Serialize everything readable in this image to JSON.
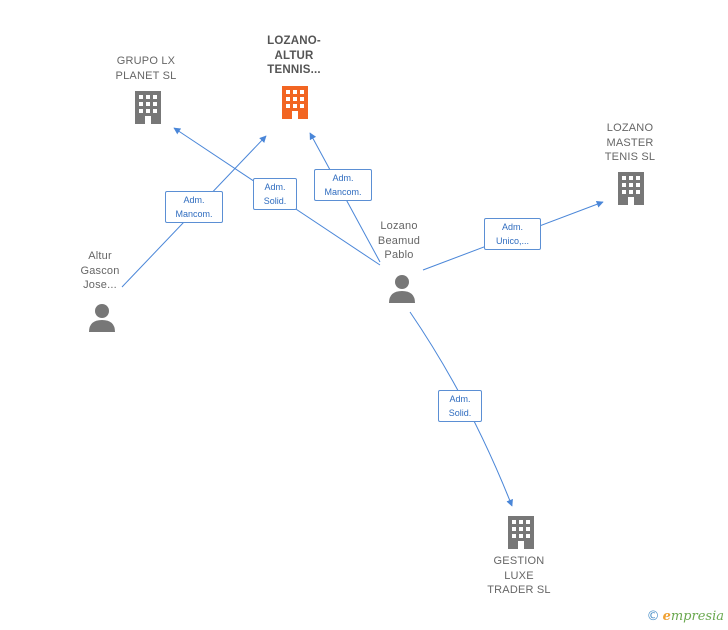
{
  "nodes": {
    "lozano_altur": {
      "label": "LOZANO-\nALTUR\nTENNIS...",
      "kind": "company",
      "color": "#f26522"
    },
    "grupo_lx": {
      "label": "GRUPO LX\nPLANET  SL",
      "kind": "company",
      "color": "#777777"
    },
    "lozano_master": {
      "label": "LOZANO\nMASTER\nTENIS  SL",
      "kind": "company",
      "color": "#777777"
    },
    "gestion_luxe": {
      "label": "GESTION\nLUXE\nTRADER  SL",
      "kind": "company",
      "color": "#777777"
    },
    "altur_gascon": {
      "label": "Altur\nGascon\nJose...",
      "kind": "person",
      "color": "#777777"
    },
    "lozano_beamud": {
      "label": "Lozano\nBeamud\nPablo",
      "kind": "person",
      "color": "#777777"
    }
  },
  "relations": {
    "altur_to_lozano_altur": "Adm.\nMancom.",
    "beamud_to_grupo": "Adm.\nSolid.",
    "beamud_to_lozano_altur": "Adm.\nMancom.",
    "beamud_to_master": "Adm.\nUnico,...",
    "beamud_to_gestion": "Adm.\nSolid."
  },
  "brand": {
    "copyright": "©",
    "initial": "e",
    "name": "mpresia"
  },
  "colors": {
    "edge": "#4a86d8",
    "focus": "#f26522",
    "neutral": "#777777"
  }
}
